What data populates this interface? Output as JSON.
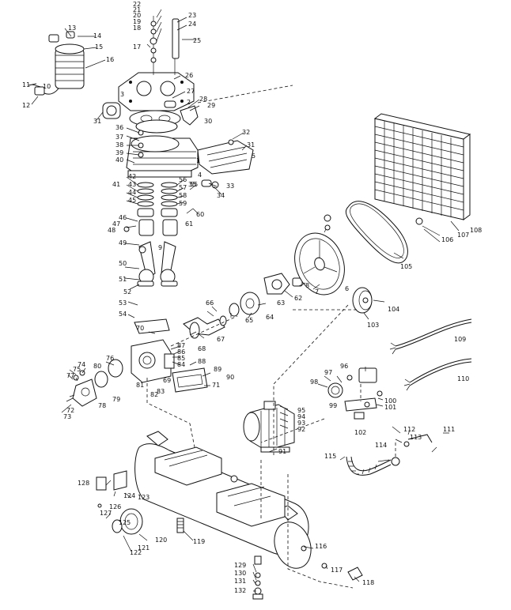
{
  "labels": {
    "n1": "1",
    "n2": "2",
    "n3": "3",
    "n4": "4",
    "n5": "5",
    "n6": "6",
    "n7": "7",
    "n8": "8",
    "n9": "9",
    "n10": "10",
    "n11": "11",
    "n12": "12",
    "n13": "13",
    "n14": "14",
    "n15": "15",
    "n16": "16",
    "n17": "17",
    "n18": "18",
    "n19": "19",
    "n20": "20",
    "n21": "21",
    "n22": "22",
    "n23": "23",
    "n24": "24",
    "n25": "25",
    "n26": "26",
    "n27": "27",
    "n28": "28",
    "n29": "29",
    "n30": "30",
    "n31": "31",
    "n32": "32",
    "n33": "33",
    "n34": "34",
    "n35": "35",
    "n36": "36",
    "n37": "37",
    "n38": "38",
    "n39": "39",
    "n40": "40",
    "n41": "41",
    "n42": "42",
    "n43": "43",
    "n44": "44",
    "n45": "45",
    "n46": "46",
    "n47": "47",
    "n48": "48",
    "n49": "49",
    "n50": "50",
    "n51": "51",
    "n52": "52",
    "n53": "53",
    "n54": "54",
    "n55": "55",
    "n56": "56",
    "n57": "57",
    "n58": "58",
    "n59": "59",
    "n60": "60",
    "n61": "61",
    "n62": "62",
    "n63": "63",
    "n64": "64",
    "n65": "65",
    "n66": "66",
    "n67": "67",
    "n68": "68",
    "n69": "69",
    "n70": "70",
    "n71": "71",
    "n72": "72",
    "n73": "73",
    "n74": "74",
    "n75": "75",
    "n76": "76",
    "n77": "77",
    "n78": "78",
    "n79": "79",
    "n80": "80",
    "n81": "81",
    "n82": "82",
    "n83": "83",
    "n84": "84",
    "n85": "85",
    "n86": "86",
    "n87": "87",
    "n88": "88",
    "n89": "89",
    "n90": "90",
    "n91": "91",
    "n92": "92",
    "n93": "93",
    "n94": "94",
    "n95": "95",
    "n96": "96",
    "n97": "97",
    "n98": "98",
    "n99": "99",
    "n100": "100",
    "n101": "101",
    "n102": "102",
    "n103": "103",
    "n104": "104",
    "n105": "105",
    "n106": "106",
    "n107": "107",
    "n108": "108",
    "n109": "109",
    "n110": "110",
    "n111": "111",
    "n112": "112",
    "n113": "113",
    "n114": "114",
    "n115": "115",
    "n116": "116",
    "n117": "117",
    "n118": "118",
    "n119": "119",
    "n120": "120",
    "n121": "121",
    "n122": "122",
    "n123": "123",
    "n124": "124",
    "n125": "125",
    "n126": "126",
    "n127": "127",
    "n128": "128",
    "n129": "129",
    "n130": "130",
    "n131": "131",
    "n132": "132"
  }
}
